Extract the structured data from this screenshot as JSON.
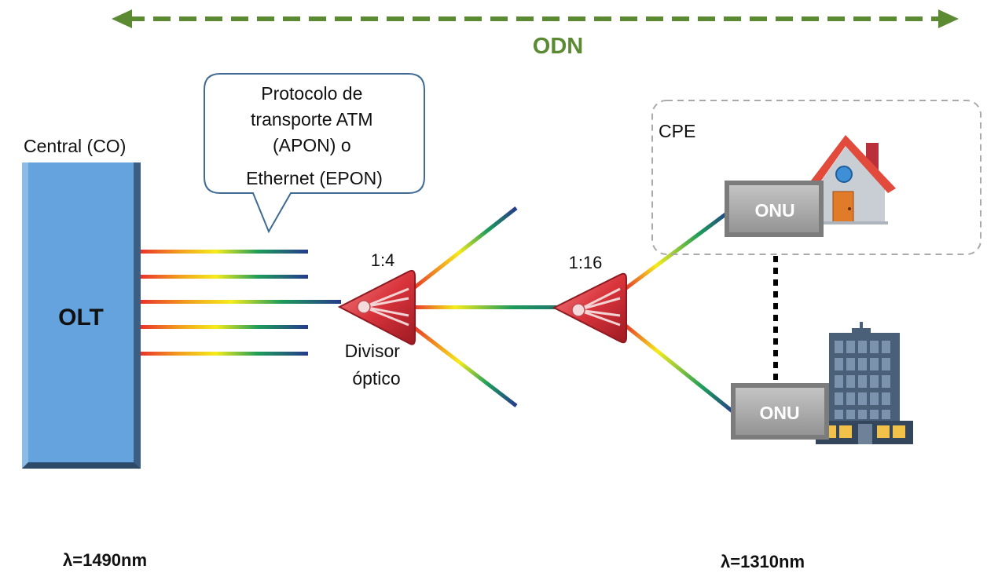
{
  "odn_label": "ODN",
  "central_label": "Central (CO)",
  "olt_label": "OLT",
  "callout": {
    "lines": [
      "Protocolo de",
      "transporte ATM",
      "(APON) o",
      "Ethernet (EPON)"
    ]
  },
  "splitter1": {
    "ratio": "1:4",
    "caption_lines": [
      "Divisor",
      "óptico"
    ]
  },
  "splitter2": {
    "ratio": "1:16"
  },
  "cpe_label": "CPE",
  "onu_top_label": "ONU",
  "onu_bottom_label": "ONU",
  "wavelength_down": "λ=1490nm",
  "wavelength_up": "λ=1310nm",
  "colors": {
    "odn_green": "#5b8a32",
    "olt_blue": "#64a3de",
    "splitter_red": "#d9343c",
    "onu_gray": "#a8a8a8",
    "roof_red": "#e24a3c",
    "building_slate": "#4a5f78"
  }
}
